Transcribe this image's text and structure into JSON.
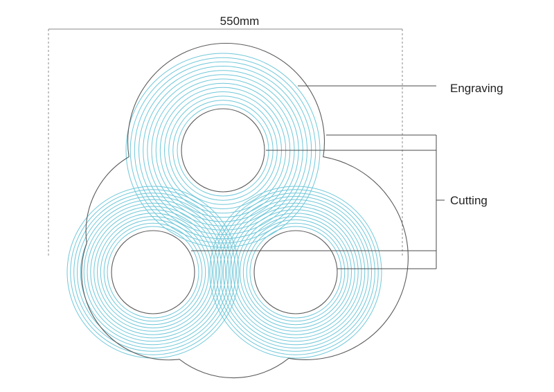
{
  "dimension": {
    "text": "550mm"
  },
  "callouts": {
    "engraving": "Engraving",
    "cutting": "Cutting"
  },
  "colors": {
    "outline": "#5a5a5a",
    "engraving_lines": "#6fc7d9",
    "leader_lines": "#4a4a4a",
    "dimension_lines": "#8a8a8a"
  },
  "design": {
    "ring_count": 3,
    "engraving_rings_per_loop": 13
  }
}
